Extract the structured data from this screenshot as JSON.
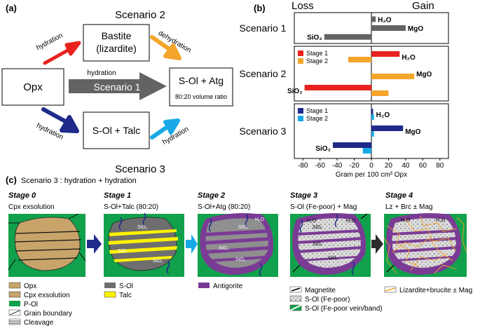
{
  "panel_a": {
    "label": "(a)",
    "scenario2": "Scenario 2",
    "scenario3": "Scenario 3",
    "opx": "Opx",
    "bastite_line1": "Bastite",
    "bastite_line2": "(lizardite)",
    "sol_atg": "S-Ol + Atg",
    "volume_ratio": "80:20 volume ratio",
    "sol_talc": "S-Ol + Talc",
    "hydration": "hydration",
    "dehydration": "dehydration",
    "scenario1_arrow": "Scenario 1",
    "colors": {
      "red": "#e8231f",
      "orange": "#f4a52a",
      "grey": "#636363",
      "navy": "#1f2a8a",
      "cyan": "#19a9e6"
    }
  },
  "panel_b": {
    "label": "(b)",
    "loss": "Loss",
    "gain": "Gain",
    "xlabel": "Gram per 100 cm³ Opx",
    "xticks": [
      "-80",
      "-60",
      "-40",
      "-20",
      "0",
      "20",
      "40",
      "60",
      "80"
    ],
    "legend_stage1": "Stage 1",
    "legend_stage2": "Stage 2"
  },
  "chart_data": {
    "type": "bar",
    "orientation": "horizontal",
    "xlabel": "Gram per 100 cm³ Opx",
    "xlim": [
      -90,
      90
    ],
    "categories": [
      "H2O",
      "MgO",
      "SiO2"
    ],
    "groups": [
      {
        "name": "Scenario 1",
        "series": [
          {
            "name": "",
            "color": "#636363",
            "values": [
              5,
              40,
              -55
            ]
          }
        ]
      },
      {
        "name": "Scenario 2",
        "series": [
          {
            "name": "Stage 1",
            "color": "#e8231f",
            "values": [
              33,
              0,
              -78
            ]
          },
          {
            "name": "Stage 2",
            "color": "#f4a52a",
            "values": [
              -27,
              50,
              20
            ]
          }
        ]
      },
      {
        "name": "Scenario 3",
        "series": [
          {
            "name": "Stage 1",
            "color": "#1f2a8a",
            "values": [
              2,
              37,
              -45
            ]
          },
          {
            "name": "Stage 2",
            "color": "#19a9e6",
            "values": [
              3,
              3,
              -10
            ]
          }
        ]
      }
    ],
    "bar_labels": {
      "h2o": "H₂O",
      "mgo": "MgO",
      "sio2": "SiO₂"
    }
  },
  "panel_c": {
    "label": "(c)",
    "title": "Scenario 3 :   hydration + hydration",
    "stages": [
      {
        "name": "Stage 0",
        "desc": "Cpx exsolution"
      },
      {
        "name": "Stage 1",
        "desc": "S-Ol+Talc (80:20)"
      },
      {
        "name": "Stage 2",
        "desc": "S-Ol+Atg (80:20)"
      },
      {
        "name": "Stage 3",
        "desc": "S-Ol (Fe-poor) + Mag"
      },
      {
        "name": "Stage 4",
        "desc": "Lz + Brc ± Mag"
      }
    ],
    "inner_labels": {
      "sio2": "SiO₂",
      "h2o": "H₂O"
    },
    "legend0": [
      "Opx",
      "Cpx exsolution",
      "P-Ol",
      "Grain boundary",
      "Cleavage"
    ],
    "legend1": [
      "S-Ol",
      "Talc"
    ],
    "legend2": [
      "Antigorite"
    ],
    "legend3": [
      "Magnetite",
      "S-Ol (Fe-poor)",
      "S-Ol (Fe-poor vein/band)"
    ],
    "legend4": [
      "Lizardite+brucite ± Mag"
    ]
  }
}
